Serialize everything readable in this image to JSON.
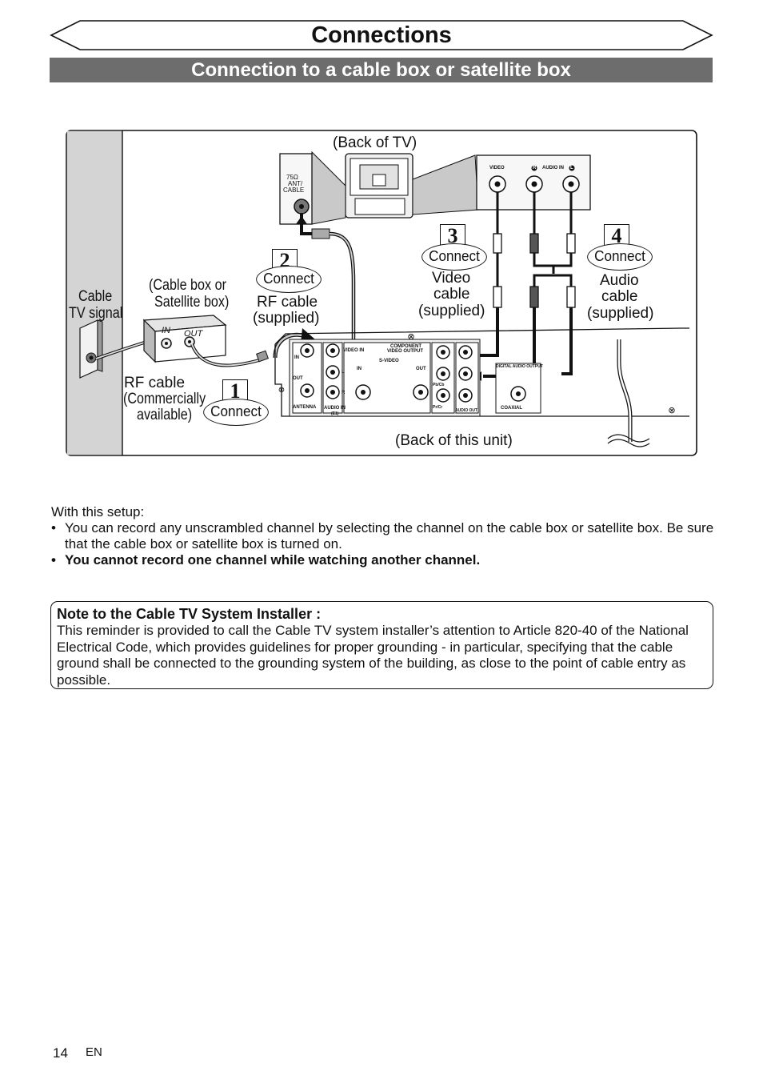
{
  "header": {
    "title": "Connections",
    "section_title": "Connection to a cable box or satellite box"
  },
  "diagram": {
    "labels": {
      "back_of_tv": "(Back of TV)",
      "back_of_unit": "(Back of this unit)",
      "cable_tv_signal": [
        "Cable",
        "TV signal"
      ],
      "cable_box": [
        "(Cable  box or",
        "Satellite box)"
      ],
      "rf_cable_commercial": [
        "RF cable",
        "(Commercially",
        "available)"
      ],
      "rf_cable_supplied": [
        "RF cable",
        "(supplied)"
      ],
      "video_cable": [
        "Video",
        "cable",
        "(supplied)"
      ],
      "audio_cable": [
        "Audio",
        "cable",
        "(supplied)"
      ]
    },
    "steps": [
      {
        "number": "1",
        "label": "Connect"
      },
      {
        "number": "2",
        "label": "Connect"
      },
      {
        "number": "3",
        "label": "Connect"
      },
      {
        "number": "4",
        "label": "Connect"
      }
    ],
    "cable_box_ports": {
      "in": "IN",
      "out": "OUT"
    },
    "tv_jack": [
      "75Ω",
      "ANT/",
      "CABLE"
    ],
    "tv_panel": {
      "video": "VIDEO",
      "audio_in": "AUDIO IN",
      "r": "R",
      "l": "L"
    },
    "unit_panel": {
      "in": "IN",
      "out": "OUT",
      "antenna": "ANTENNA",
      "video_in": "VIDEO IN",
      "audio_in": "AUDIO IN",
      "audio_in_sub": "(E1)",
      "component": "COMPONENT",
      "video_output": "VIDEO OUTPUT",
      "s_video": "S-VIDEO",
      "s_in": "IN",
      "s_out": "OUT",
      "l": "L",
      "r": "R",
      "pb_cb": "Pb/Cb",
      "pr_cr": "Pr/Cr",
      "audio_out": "AUDIO OUT",
      "digital_audio_out": "DIGITAL AUDIO OUTPUT",
      "coaxial": "COAXIAL"
    }
  },
  "setup": {
    "intro": "With this setup:",
    "bullets": [
      "You can record any unscrambled channel by selecting the channel on the cable box or satellite box. Be sure that the cable box or satellite box is turned on.",
      "You cannot record one channel while watching another channel."
    ]
  },
  "note": {
    "heading": "Note to the Cable TV System Installer :",
    "body": "This reminder is provided to call the Cable TV system installer’s attention to Article 820-40 of the National Electrical Code, which provides guidelines for proper grounding - in particular, specifying that the cable ground shall be connected to the grounding system of the building, as close to the point of cable entry as possible."
  },
  "footer": {
    "page_number": "14",
    "language": "EN"
  }
}
